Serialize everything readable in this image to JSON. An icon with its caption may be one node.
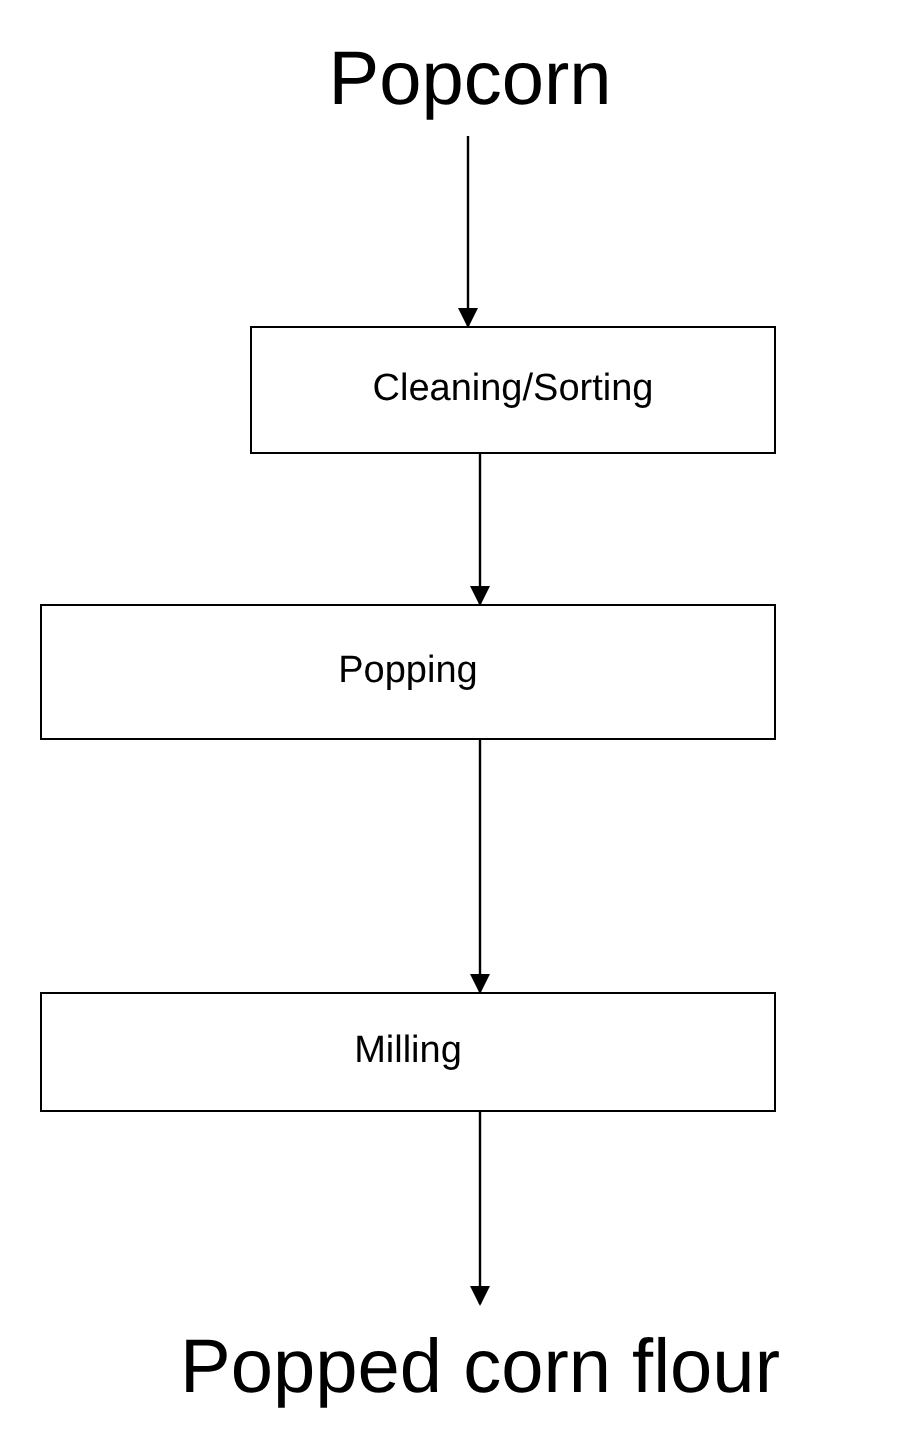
{
  "diagram": {
    "nodes": [
      {
        "text": [
          "Popcorn"
        ]
      },
      {
        "text": [
          "Cleaning/Sorting"
        ]
      },
      {
        "text": [
          "Popping"
        ]
      },
      {
        "text": [
          "Milling"
        ]
      },
      {
        "text": [
          "Popped corn flour"
        ]
      }
    ],
    "edges": [
      {
        "from": 0,
        "to": 1,
        "arrow": "to"
      },
      {
        "from": 1,
        "to": 2,
        "arrow": "to"
      },
      {
        "from": 2,
        "to": 3,
        "arrow": "to"
      },
      {
        "from": 3,
        "to": 4,
        "arrow": "to"
      }
    ]
  }
}
